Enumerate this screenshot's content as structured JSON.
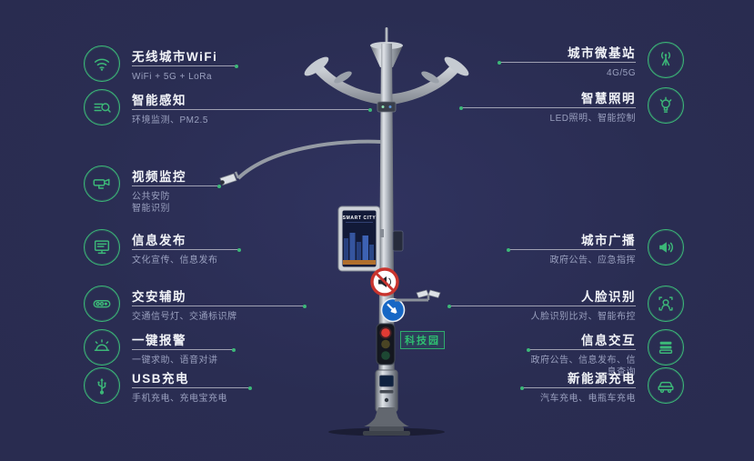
{
  "colors": {
    "background": "#2a2d52",
    "accent": "#3cb878"
  },
  "left_features": [
    {
      "icon": "wifi-icon",
      "title": "无线城市WiFi",
      "subtitle": "WiFi + 5G + LoRa"
    },
    {
      "icon": "sensing-icon",
      "title": "智能感知",
      "subtitle": "环境监测、PM2.5"
    },
    {
      "icon": "cctv-camera-icon",
      "title": "视频监控",
      "subtitle": "公共安防\n智能识别"
    },
    {
      "icon": "display-icon",
      "title": "信息发布",
      "subtitle": "文化宣传、信息发布"
    },
    {
      "icon": "traffic-signal-icon",
      "title": "交安辅助",
      "subtitle": "交通信号灯、交通标识牌"
    },
    {
      "icon": "alarm-icon",
      "title": "一键报警",
      "subtitle": "一键求助、语音对讲"
    },
    {
      "icon": "usb-icon",
      "title": "USB充电",
      "subtitle": "手机充电、充电宝充电"
    }
  ],
  "right_features": [
    {
      "icon": "antenna-icon",
      "title": "城市微基站",
      "subtitle": "4G/5G"
    },
    {
      "icon": "bulb-icon",
      "title": "智慧照明",
      "subtitle": "LED照明、智能控制"
    },
    {
      "icon": "speaker-icon",
      "title": "城市广播",
      "subtitle": "政府公告、应急指挥"
    },
    {
      "icon": "face-icon",
      "title": "人脸识别",
      "subtitle": "人脸识别比对、智能布控"
    },
    {
      "icon": "interaction-icon",
      "title": "信息交互",
      "subtitle": "政府公告、信息发布、信息查询"
    },
    {
      "icon": "ev-charging-icon",
      "title": "新能源充电",
      "subtitle": "汽车充电、电瓶车充电"
    }
  ],
  "pole": {
    "screen_text": "SMART CITY",
    "tag_text": "科技园"
  }
}
